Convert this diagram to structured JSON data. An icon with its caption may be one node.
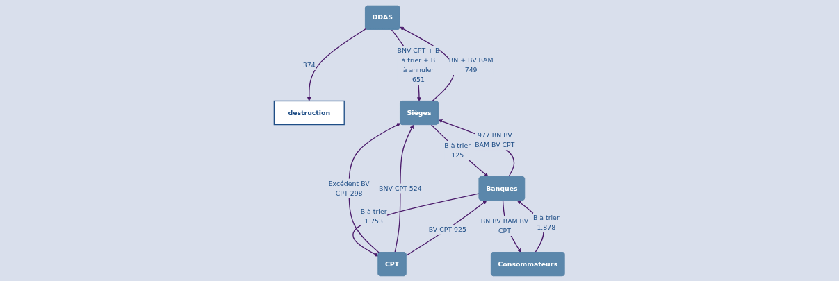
{
  "diagram": {
    "nodes": [
      {
        "text": [
          "DDAS"
        ]
      },
      {
        "text": [
          "destruction"
        ]
      },
      {
        "text": [
          "Sièges"
        ]
      },
      {
        "text": [
          "CPT"
        ]
      },
      {
        "text": [
          "Banques"
        ]
      },
      {
        "text": [
          "Consommateurs"
        ]
      }
    ],
    "edges": [
      {
        "from": 0,
        "to": 1,
        "arrow": "to",
        "label": "374"
      },
      {
        "from": 2,
        "to": 0,
        "arrow": "to",
        "label": "BN + BV BAM 749"
      },
      {
        "from": 0,
        "to": 2,
        "arrow": "to",
        "label": "BNV CPT + B à trier + B à annuler 651"
      },
      {
        "from": 3,
        "to": 2,
        "arrow": "to",
        "label": "Excédent BV CPT 298"
      },
      {
        "from": 3,
        "to": 2,
        "arrow": "to",
        "label": "BNV CPT 524"
      },
      {
        "from": 4,
        "to": 2,
        "arrow": "to",
        "label": "977 BN BV BAM BV CPT"
      },
      {
        "from": 2,
        "to": 4,
        "arrow": "to",
        "label": "B à trier 125"
      },
      {
        "from": 3,
        "to": 4,
        "arrow": "to",
        "label": "BV CPT 925"
      },
      {
        "from": 4,
        "to": 3,
        "arrow": "to",
        "label": "B à trier 1.753"
      },
      {
        "from": 4,
        "to": 5,
        "arrow": "to",
        "label": "BN BV BAM BV CPT"
      },
      {
        "from": 5,
        "to": 4,
        "arrow": "to",
        "label": "B à trier 1.878"
      }
    ]
  }
}
